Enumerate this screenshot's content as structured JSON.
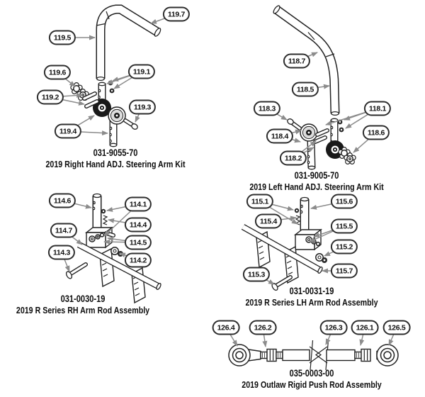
{
  "page": {
    "type": "parts-diagram-sheet",
    "background": "#ffffff"
  },
  "colors": {
    "line_art": "#222222",
    "leader_line": "#8c8c8c",
    "balloon_border": "#2d2d2d",
    "balloon_fill": "#ffffff",
    "text": "#0d0d0d",
    "pulley_fill": "#191919"
  },
  "diagrams": [
    {
      "id": "rh-adj-steering-arm-kit",
      "part_number": "031-9055-70",
      "title": "2019 Right Hand ADJ. Steering Arm Kit",
      "callouts": [
        {
          "label": "119.7"
        },
        {
          "label": "119.5"
        },
        {
          "label": "119.6"
        },
        {
          "label": "119.1"
        },
        {
          "label": "119.2"
        },
        {
          "label": "119.3"
        },
        {
          "label": "119.4"
        }
      ]
    },
    {
      "id": "lh-adj-steering-arm-kit",
      "part_number": "031-9005-70",
      "title": "2019 Left Hand ADJ. Steering Arm Kit",
      "callouts": [
        {
          "label": "118.7"
        },
        {
          "label": "118.5"
        },
        {
          "label": "118.3"
        },
        {
          "label": "118.1"
        },
        {
          "label": "118.4"
        },
        {
          "label": "118.6"
        },
        {
          "label": "118.2"
        }
      ]
    },
    {
      "id": "r-series-rh-arm-rod-assembly",
      "part_number": "031-0030-19",
      "title": "2019 R Series RH Arm Rod Assembly",
      "callouts": [
        {
          "label": "114.6"
        },
        {
          "label": "114.1"
        },
        {
          "label": "114.4"
        },
        {
          "label": "114.7"
        },
        {
          "label": "114.5"
        },
        {
          "label": "114.3"
        },
        {
          "label": "114.2"
        }
      ]
    },
    {
      "id": "r-series-lh-arm-rod-assembly",
      "part_number": "031-0031-19",
      "title": "2019 R Series LH Arm Rod Assembly",
      "callouts": [
        {
          "label": "115.1"
        },
        {
          "label": "115.6"
        },
        {
          "label": "115.4"
        },
        {
          "label": "115.5"
        },
        {
          "label": "115.2"
        },
        {
          "label": "115.3"
        },
        {
          "label": "115.7"
        }
      ]
    },
    {
      "id": "outlaw-rigid-push-rod-assembly",
      "part_number": "035-0003-00",
      "title": "2019 Outlaw Rigid Push Rod Assembly",
      "callouts": [
        {
          "label": "126.4"
        },
        {
          "label": "126.2"
        },
        {
          "label": "126.3"
        },
        {
          "label": "126.1"
        },
        {
          "label": "126.5"
        }
      ]
    }
  ]
}
